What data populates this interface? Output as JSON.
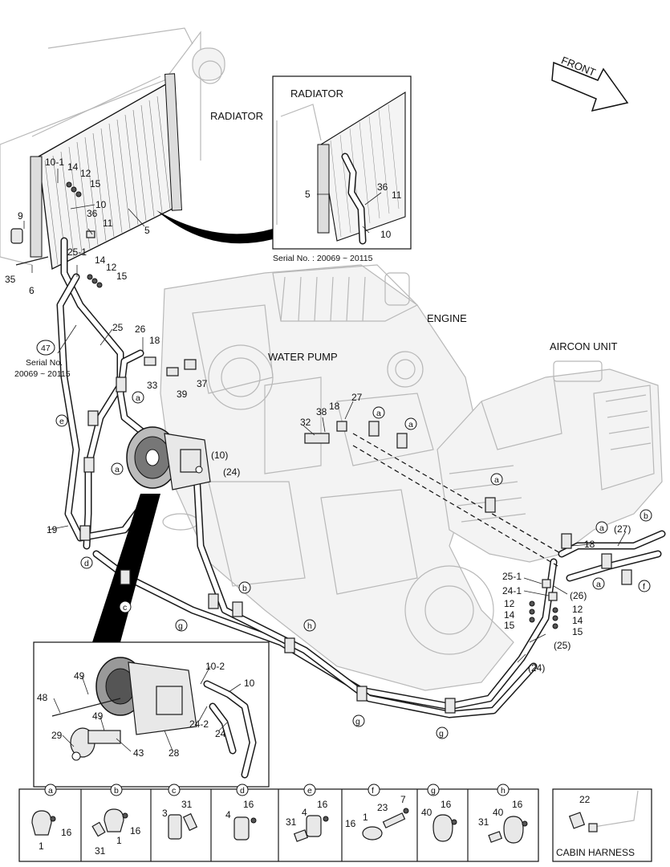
{
  "labels": {
    "radiator": "RADIATOR",
    "radiator_inset": "RADIATOR",
    "engine": "ENGINE",
    "water_pump": "WATER PUMP",
    "aircon_unit": "AIRCON UNIT",
    "front": "FRONT",
    "serial_inset": "Serial No. : 20069 ~ 20115",
    "serial_left_line1": "Serial No.",
    "serial_left_line2": "20069 ~ 20115",
    "cabin_harness": "CABIN HARNESS"
  },
  "callout_47": "47",
  "part_numbers": {
    "p10_1": "10-1",
    "p14a": "14",
    "p12a": "12",
    "p15a": "15",
    "p10a": "10",
    "p36a": "36",
    "p11a": "11",
    "p9": "9",
    "p5a": "5",
    "p35": "35",
    "p6": "6",
    "p25_1a": "25-1",
    "p14b": "14",
    "p12b": "12",
    "p15b": "15",
    "p25": "25",
    "p26": "26",
    "p18a": "18",
    "p33": "33",
    "p39": "39",
    "p37": "37",
    "p19": "19",
    "p38": "38",
    "p18b": "18",
    "p27": "27",
    "p32": "32",
    "p10p": "(10)",
    "p24p": "(24)",
    "i36": "36",
    "i11": "11",
    "i5": "5",
    "i10": "10",
    "r27p": "(27)",
    "r18": "18",
    "r25_1": "25-1",
    "r24_1": "24-1",
    "r26p": "(26)",
    "r12a": "12",
    "r14a": "14",
    "r15a": "15",
    "r12b": "12",
    "r14b": "14",
    "r15b": "15",
    "r25p": "(25)",
    "r24p": "(24)",
    "c10_2": "10-2",
    "c10": "10",
    "c49a": "49",
    "c48": "48",
    "c49b": "49",
    "c29": "29",
    "c43": "43",
    "c28": "28",
    "c24_2": "24-2",
    "c24": "24"
  },
  "letters": [
    "a",
    "b",
    "c",
    "d",
    "e",
    "f",
    "g",
    "h"
  ],
  "legend": [
    {
      "letter": "a",
      "parts": [
        "16",
        "1"
      ]
    },
    {
      "letter": "b",
      "parts": [
        "16",
        "1",
        "31"
      ]
    },
    {
      "letter": "c",
      "parts": [
        "31",
        "3"
      ]
    },
    {
      "letter": "d",
      "parts": [
        "16",
        "4"
      ]
    },
    {
      "letter": "e",
      "parts": [
        "16",
        "31",
        "4"
      ]
    },
    {
      "letter": "f",
      "parts": [
        "7",
        "23",
        "16",
        "1"
      ]
    },
    {
      "letter": "g",
      "parts": [
        "16",
        "40"
      ]
    },
    {
      "letter": "h",
      "parts": [
        "16",
        "31",
        "40"
      ]
    }
  ],
  "cabin_part": "22"
}
